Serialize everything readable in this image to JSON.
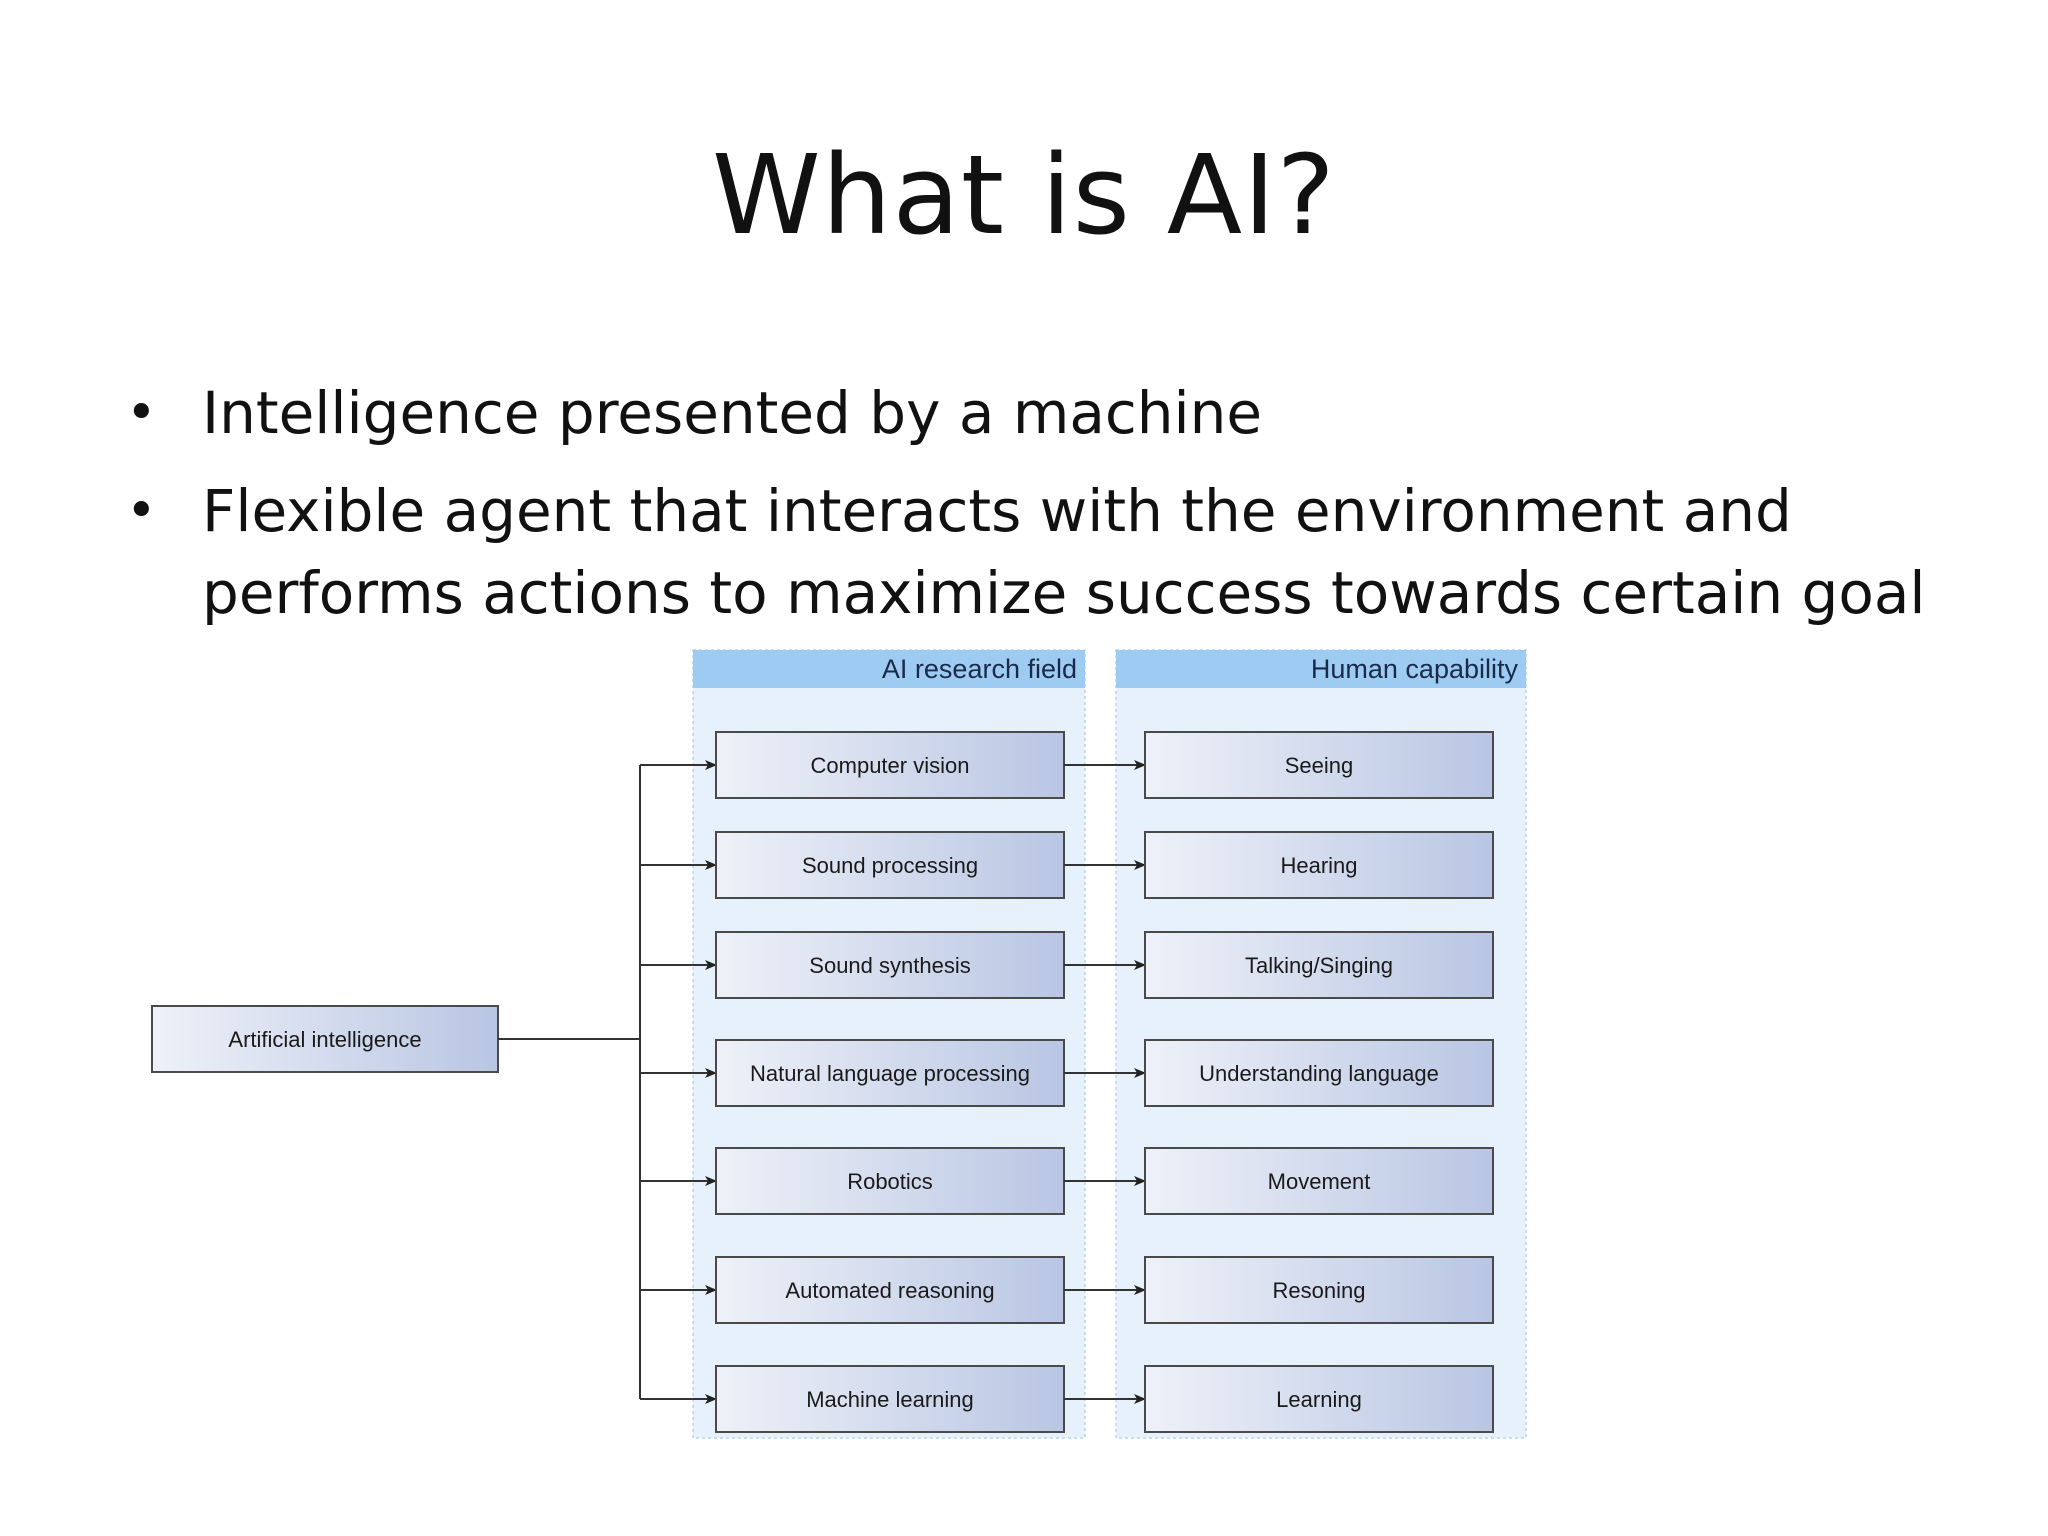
{
  "slide": {
    "title": "What is AI?",
    "bullets": [
      "Intelligence presented by a machine",
      "Flexible agent that interacts with the environment and performs actions to maximize success towards certain goal"
    ]
  },
  "diagram": {
    "source_node": "Artificial intelligence",
    "columns": {
      "research_header": "AI research field",
      "capability_header": "Human capability"
    },
    "rows": [
      {
        "field": "Computer vision",
        "capability": "Seeing"
      },
      {
        "field": "Sound processing",
        "capability": "Hearing"
      },
      {
        "field": "Sound synthesis",
        "capability": "Talking/Singing"
      },
      {
        "field": "Natural language processing",
        "capability": "Understanding language"
      },
      {
        "field": "Robotics",
        "capability": "Movement"
      },
      {
        "field": "Automated reasoning",
        "capability": "Resoning"
      },
      {
        "field": "Machine learning",
        "capability": "Learning"
      }
    ],
    "colors": {
      "panel_fill": "#e6f1fb",
      "panel_header": "#9ecbf2",
      "header_text": "#1a2b4a",
      "box_light": "#eef1f8",
      "box_dark": "#b9c6e3",
      "box_border": "#4a4a4a",
      "line": "#333333"
    }
  }
}
